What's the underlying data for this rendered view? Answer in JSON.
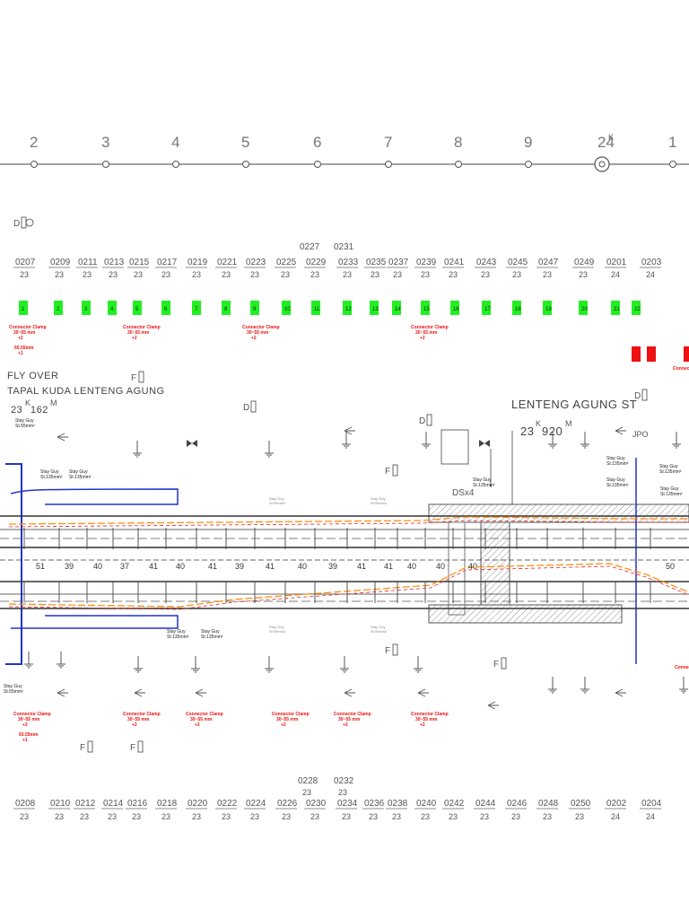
{
  "km_markers": [
    "2",
    "3",
    "4",
    "5",
    "6",
    "7",
    "8",
    "9",
    "24",
    "1"
  ],
  "km_superscript": "K",
  "top_poles": [
    {
      "id": "0207",
      "km": "23"
    },
    {
      "id": "0209",
      "km": "23"
    },
    {
      "id": "0211",
      "km": "23"
    },
    {
      "id": "0213",
      "km": "23"
    },
    {
      "id": "0215",
      "km": "23"
    },
    {
      "id": "0217",
      "km": "23"
    },
    {
      "id": "0219",
      "km": "23"
    },
    {
      "id": "0221",
      "km": "23"
    },
    {
      "id": "0223",
      "km": "23"
    },
    {
      "id": "0225",
      "km": "23"
    },
    {
      "id": "0229",
      "km": "23"
    },
    {
      "id": "0233",
      "km": "23"
    },
    {
      "id": "0235",
      "km": "23"
    },
    {
      "id": "0237",
      "km": "23"
    },
    {
      "id": "0239",
      "km": "23"
    },
    {
      "id": "0241",
      "km": "23"
    },
    {
      "id": "0243",
      "km": "23"
    },
    {
      "id": "0245",
      "km": "23"
    },
    {
      "id": "0247",
      "km": "23"
    },
    {
      "id": "0249",
      "km": "23"
    },
    {
      "id": "0201",
      "km": "24"
    },
    {
      "id": "0203",
      "km": "24"
    }
  ],
  "top_extra_poles": [
    "0227",
    "0231"
  ],
  "bottom_poles": [
    {
      "id": "0208",
      "km": "23"
    },
    {
      "id": "0210",
      "km": "23"
    },
    {
      "id": "0212",
      "km": "23"
    },
    {
      "id": "0214",
      "km": "23"
    },
    {
      "id": "0216",
      "km": "23"
    },
    {
      "id": "0218",
      "km": "23"
    },
    {
      "id": "0220",
      "km": "23"
    },
    {
      "id": "0222",
      "km": "23"
    },
    {
      "id": "0224",
      "km": "23"
    },
    {
      "id": "0226",
      "km": "23"
    },
    {
      "id": "0230",
      "km": "23"
    },
    {
      "id": "0234",
      "km": "23"
    },
    {
      "id": "0236",
      "km": "23"
    },
    {
      "id": "0238",
      "km": "23"
    },
    {
      "id": "0240",
      "km": "23"
    },
    {
      "id": "0242",
      "km": "23"
    },
    {
      "id": "0244",
      "km": "23"
    },
    {
      "id": "0246",
      "km": "23"
    },
    {
      "id": "0248",
      "km": "23"
    },
    {
      "id": "0250",
      "km": "23"
    },
    {
      "id": "0202",
      "km": "24"
    },
    {
      "id": "0204",
      "km": "24"
    }
  ],
  "bottom_extra_poles": [
    {
      "id": "0228",
      "km": "23"
    },
    {
      "id": "0232",
      "km": "23"
    }
  ],
  "green_markers": [
    "1",
    "2",
    "3",
    "4",
    "5",
    "6",
    "7",
    "8",
    "9",
    "10",
    "11",
    "12",
    "13",
    "14",
    "15",
    "16",
    "17",
    "18",
    "19",
    "20",
    "21",
    "22"
  ],
  "connector_clamp": {
    "line1": "Connector Clamp",
    "line2": "30~55 mm",
    "line3": "+2"
  },
  "cable_note": {
    "line1": "65.55mm",
    "line2": "+1"
  },
  "flyover": {
    "line1": "FLY OVER",
    "line2": "TAPAL KUDA LENTENG AGUNG",
    "km": "23",
    "sup": "K",
    "m": "162",
    "m_sup": "M"
  },
  "station": {
    "name": "LENTENG AGUNG ST",
    "km": "23",
    "sup": "K",
    "m": "920",
    "m_sup": "M"
  },
  "stay_guy_55": {
    "line1": "Stay Guy",
    "line2": "St.55mm²"
  },
  "stay_guy_135": {
    "line1": "Stay Guy",
    "line2": "St.135mm²"
  },
  "jpo_label": "JPO",
  "dsx4_label": "DSx4",
  "span_lengths": [
    "51",
    "39",
    "40",
    "37",
    "41",
    "40",
    "41",
    "39",
    "41",
    "40",
    "39",
    "41",
    "41",
    "40",
    "40",
    "40",
    "50"
  ],
  "equipment": {
    "d": "D",
    "f": "F"
  },
  "small_note": {
    "line1": "Stay Guy",
    "line2": "St.90mm2"
  }
}
